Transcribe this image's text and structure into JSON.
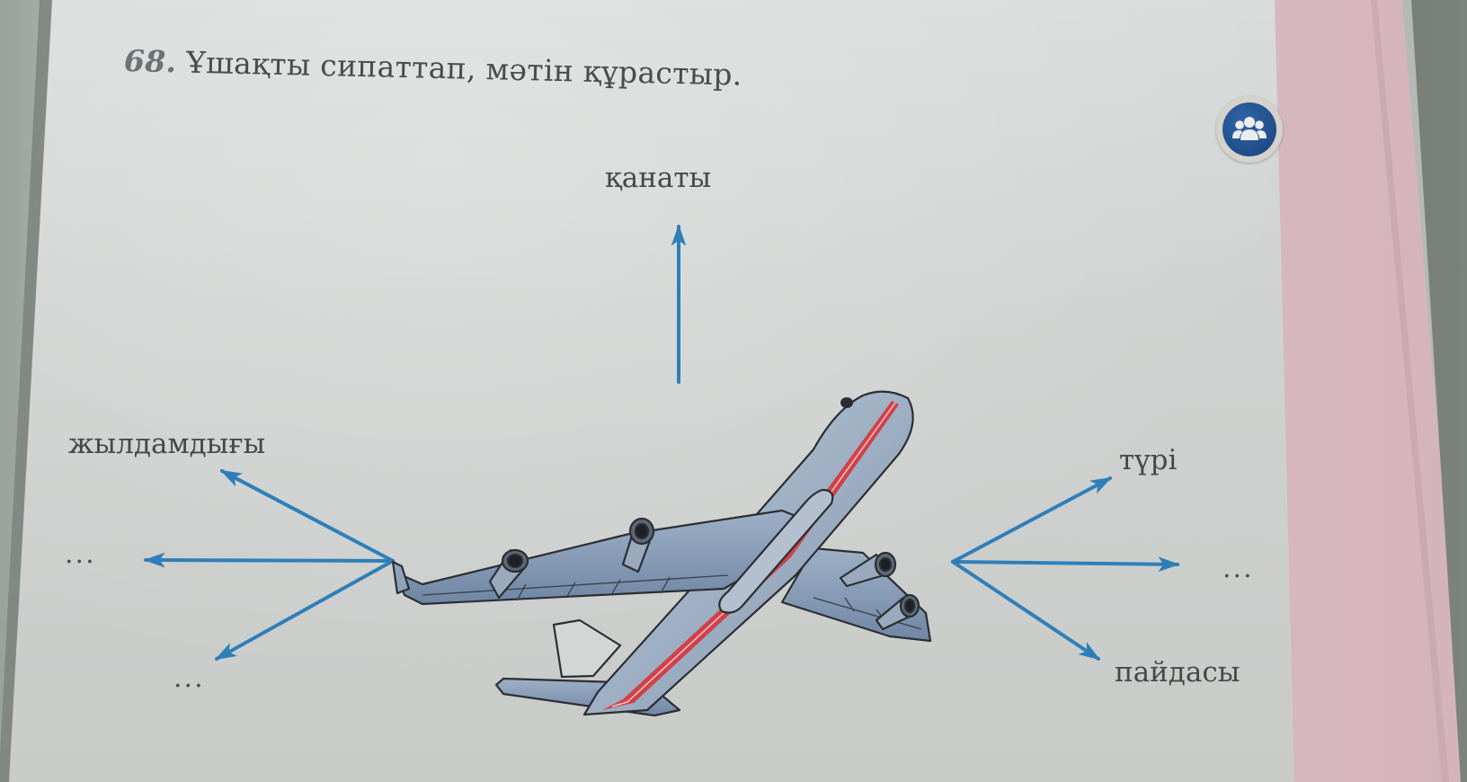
{
  "exercise": {
    "number": "68.",
    "instruction": "Ұшақты сипаттап, мәтін құрастыр."
  },
  "badge": {
    "icon": "group-work-icon",
    "color": "#1f4b86"
  },
  "diagram": {
    "center_image": "airplane-illustration",
    "arrow_color": "#2e7fb8",
    "labels": {
      "top": "қанаты",
      "left_top": "жылдамдығы",
      "left_middle": "...",
      "left_bottom": "...",
      "right_top": "түрі",
      "right_middle": "...",
      "right_bottom": "пайдасы"
    }
  },
  "colors": {
    "page": "#cfd2d0",
    "side_band": "#d9b9c1",
    "text": "#474848",
    "airplane_body": "#8e9fb8",
    "airplane_stripe": "#d0414a"
  }
}
